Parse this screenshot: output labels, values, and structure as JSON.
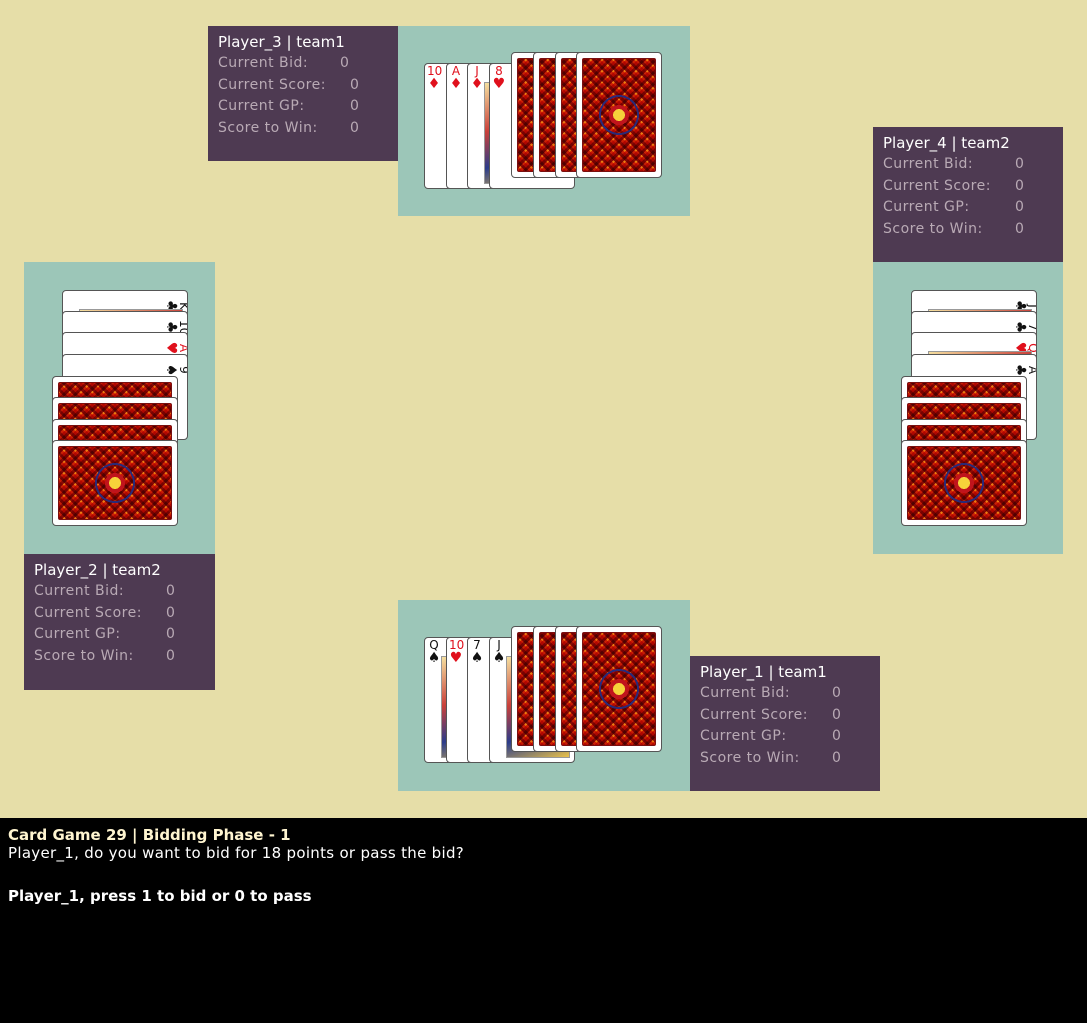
{
  "players": {
    "p3": {
      "title": "Player_3 | team1",
      "bid_label": "Current Bid:",
      "bid": "0",
      "score_label": "Current Score:",
      "score": "0",
      "gp_label": "Current GP:",
      "gp": "0",
      "win_label": "Score to Win:",
      "win": "0"
    },
    "p4": {
      "title": "Player_4 | team2",
      "bid_label": "Current Bid:",
      "bid": "0",
      "score_label": "Current Score:",
      "score": "0",
      "gp_label": "Current GP:",
      "gp": "0",
      "win_label": "Score to Win:",
      "win": "0"
    },
    "p2": {
      "title": "Player_2 | team2",
      "bid_label": "Current Bid:",
      "bid": "0",
      "score_label": "Current Score:",
      "score": "0",
      "gp_label": "Current GP:",
      "gp": "0",
      "win_label": "Score to Win:",
      "win": "0"
    },
    "p1": {
      "title": "Player_1 | team1",
      "bid_label": "Current Bid:",
      "bid": "0",
      "score_label": "Current Score:",
      "score": "0",
      "gp_label": "Current GP:",
      "gp": "0",
      "win_label": "Score to Win:",
      "win": "0"
    }
  },
  "hands": {
    "top": [
      {
        "rank": "10",
        "suit": "♦",
        "color": "red"
      },
      {
        "rank": "A",
        "suit": "♦",
        "color": "red"
      },
      {
        "rank": "J",
        "suit": "♦",
        "color": "red"
      },
      {
        "rank": "8",
        "suit": "♥",
        "color": "red"
      },
      {
        "back": true
      },
      {
        "back": true
      },
      {
        "back": true
      },
      {
        "back": true
      }
    ],
    "bottom": [
      {
        "rank": "Q",
        "suit": "♠",
        "color": "blk"
      },
      {
        "rank": "10",
        "suit": "♥",
        "color": "red"
      },
      {
        "rank": "7",
        "suit": "♠",
        "color": "blk"
      },
      {
        "rank": "J",
        "suit": "♠",
        "color": "blk"
      },
      {
        "back": true
      },
      {
        "back": true
      },
      {
        "back": true
      },
      {
        "back": true
      }
    ],
    "left": [
      {
        "rank": "K",
        "suit": "♣",
        "color": "blk"
      },
      {
        "rank": "10",
        "suit": "♣",
        "color": "blk"
      },
      {
        "rank": "A",
        "suit": "♥",
        "color": "red"
      },
      {
        "rank": "9",
        "suit": "♠",
        "color": "blk"
      },
      {
        "back": true
      },
      {
        "back": true
      },
      {
        "back": true
      },
      {
        "back": true
      }
    ],
    "right": [
      {
        "rank": "J",
        "suit": "♣",
        "color": "blk"
      },
      {
        "rank": "7",
        "suit": "♣",
        "color": "blk"
      },
      {
        "rank": "Q",
        "suit": "♥",
        "color": "red"
      },
      {
        "rank": "A",
        "suit": "♣",
        "color": "blk"
      },
      {
        "back": true
      },
      {
        "back": true
      },
      {
        "back": true
      },
      {
        "back": true
      }
    ]
  },
  "console": {
    "header": "Card Game 29 | Bidding Phase - 1",
    "question": "Player_1, do you want to bid for 18 points or pass the bid?",
    "prompt": "Player_1, press 1 to bid or 0 to pass"
  },
  "colors": {
    "table": "#e6dea8",
    "hand_area": "#9cc6b8",
    "info_panel": "#4e3a52",
    "console": "#000000"
  }
}
